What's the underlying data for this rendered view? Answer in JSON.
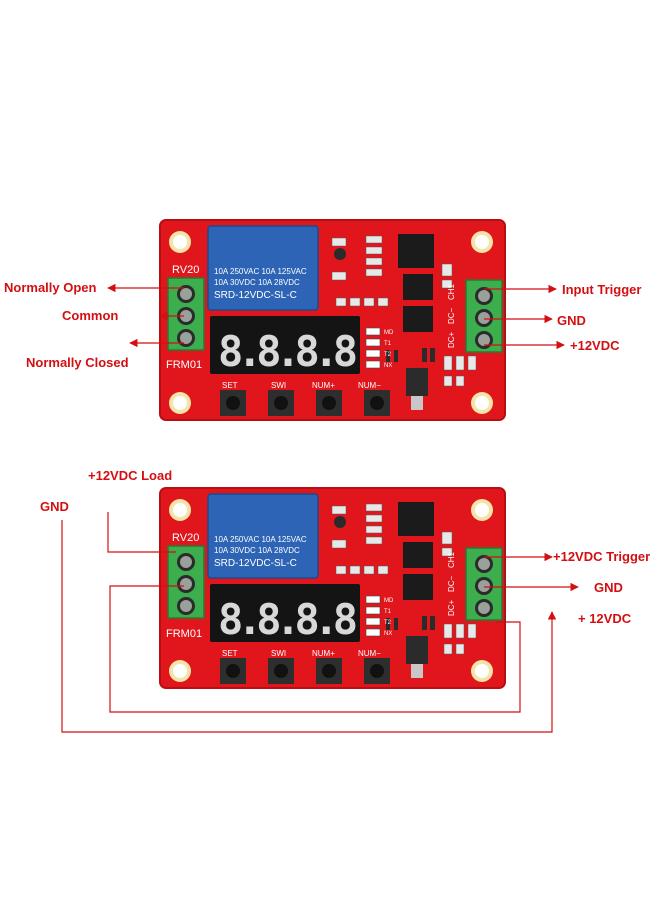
{
  "colors": {
    "pcb": "#e0161c",
    "pcb_dark": "#b50f14",
    "relay": "#2e64b5",
    "terminal": "#3dae4d",
    "display": "#141414",
    "segment": "#d8d8d8",
    "annotation": "#d40f12",
    "ic": "#1b1b1b"
  },
  "board": {
    "model_mark": "RV20",
    "board_name": "FRM01",
    "relay_rating_1": "10A 250VAC  10A 125VAC",
    "relay_rating_2": "10A 30VDC   10A 28VDC",
    "relay_model": "SRD-12VDC-SL-C",
    "display_digits": "8.8.8.8",
    "buttons": [
      "SET",
      "SWI",
      "NUM+",
      "NUM−"
    ],
    "leds": [
      "MD",
      "T1",
      "T2",
      "NX"
    ],
    "input_pins": [
      "CH1",
      "DC−",
      "DC+"
    ]
  },
  "diagram1": {
    "left_labels": [
      "Normally Open",
      "Common",
      "Normally Closed"
    ],
    "right_labels": [
      "Input Trigger",
      "GND",
      "+12VDC"
    ]
  },
  "diagram2": {
    "load_label": "+12VDC Load",
    "gnd_left_label": "GND",
    "right_labels": [
      "+12VDC Trigger",
      "GND",
      "+ 12VDC"
    ]
  }
}
